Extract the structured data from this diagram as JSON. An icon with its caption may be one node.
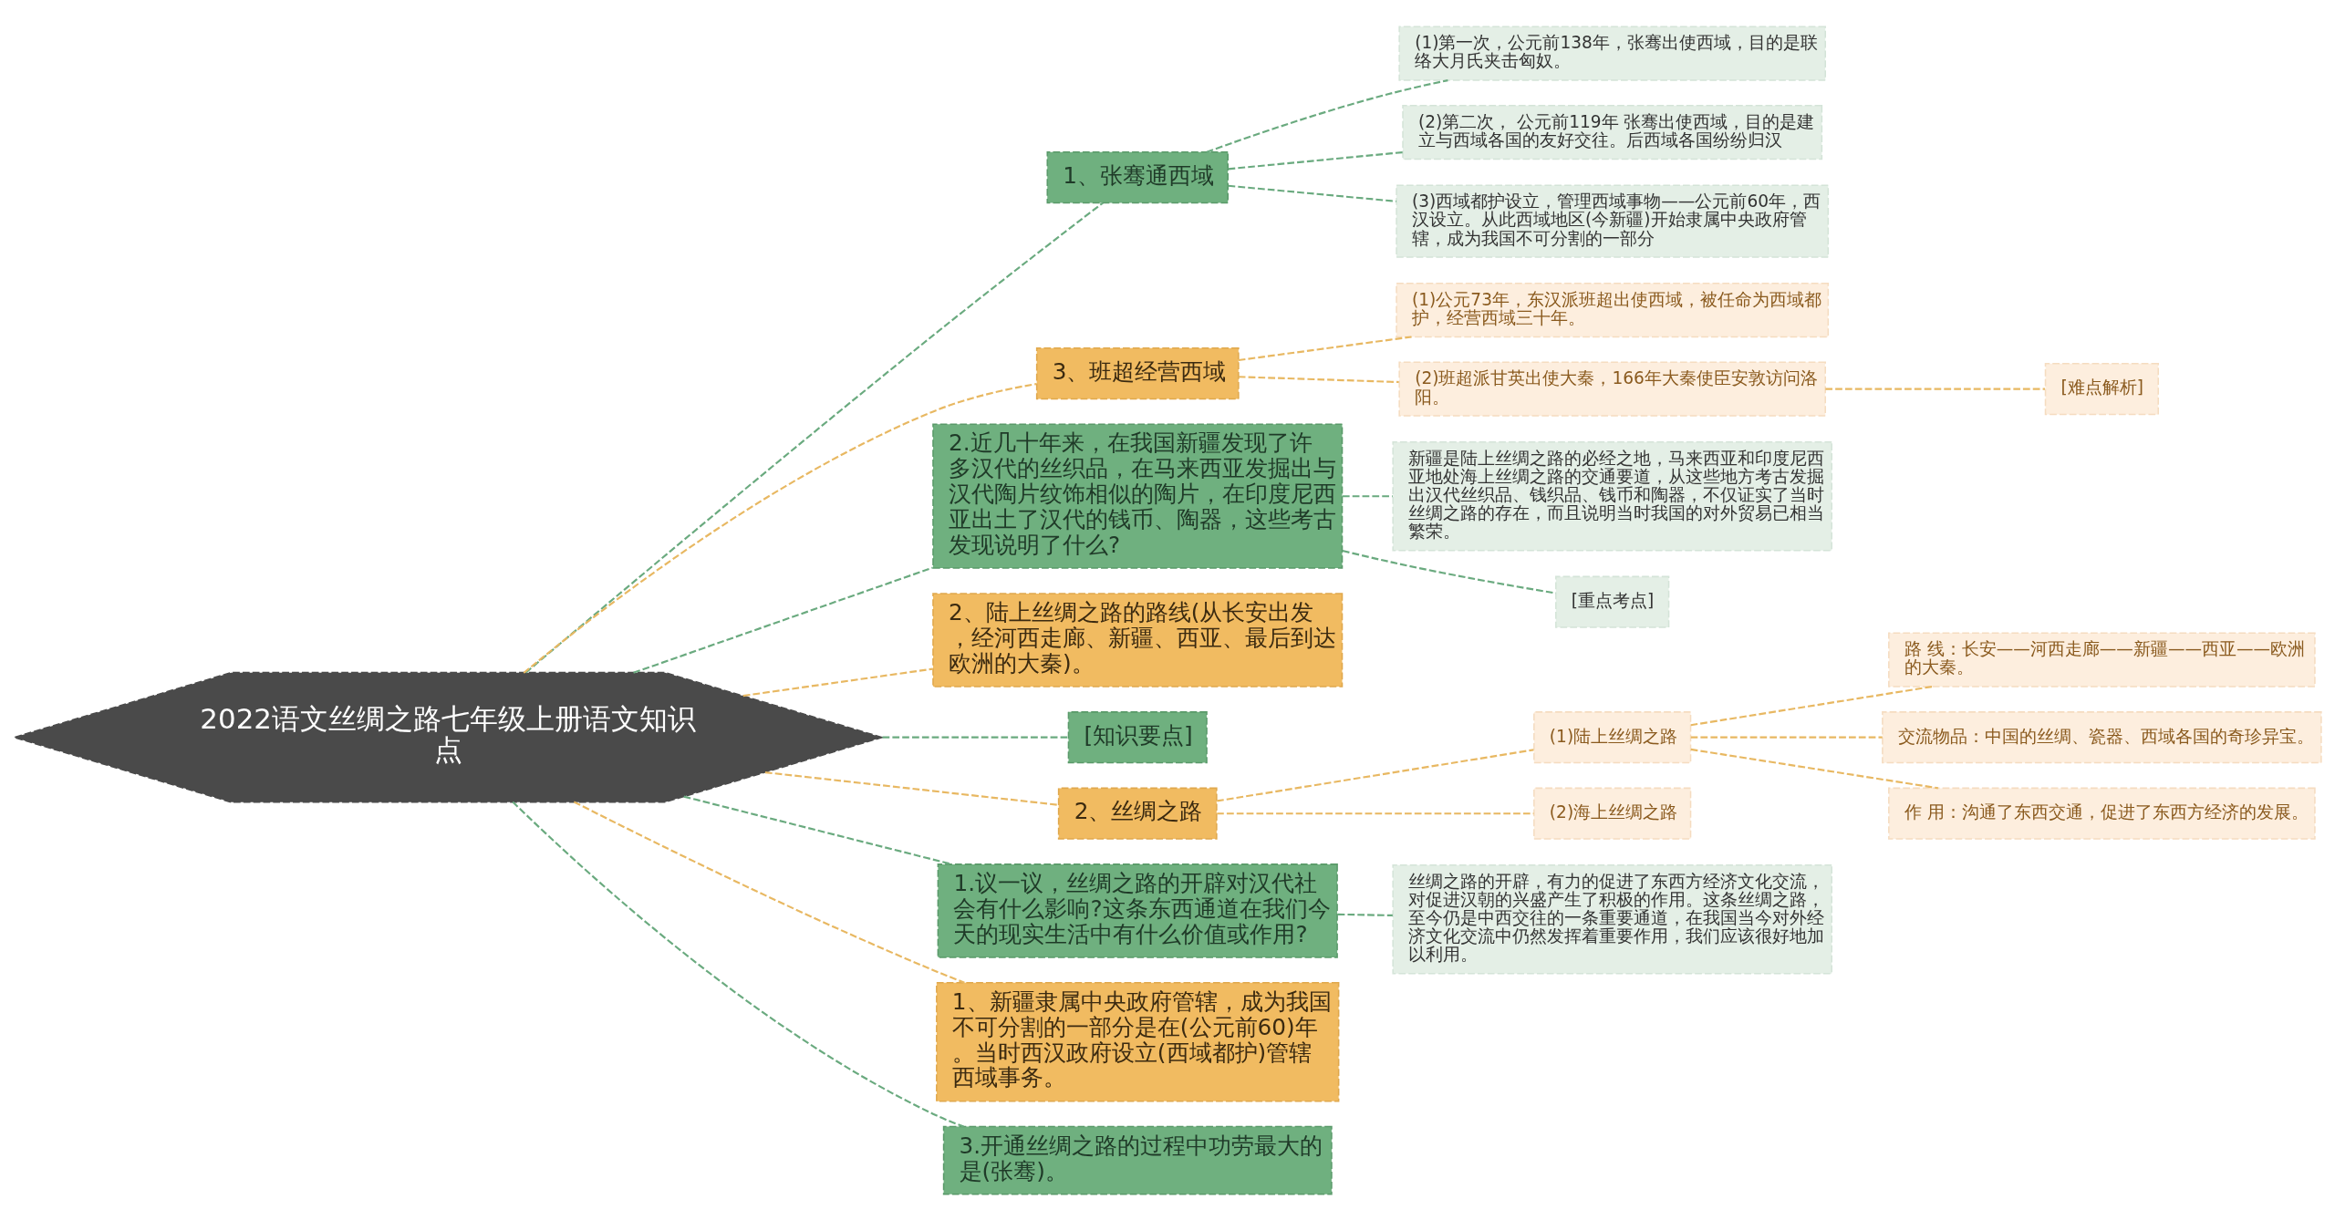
{
  "diagram": {
    "nodes": [
      {
        "text": [
          "2022语文丝绸之路七年级上册语文知识点"
        ]
      },
      {
        "text": [
          "1、张骞通西域"
        ]
      },
      {
        "text": [
          "(1)第一次，公元前138年，张骞出使西域，目的是联络大月氏夹击匈奴。"
        ]
      },
      {
        "text": [
          "(2)第二次， 公元前119年 张骞出使西域，目的是建立与西域各国的友好交往。后西域各国纷纷归汉"
        ]
      },
      {
        "text": [
          "(3)西域都护设立，管理西域事物——公元前60年，西汉设立。从此西域地区(今新疆)开始隶属中央政府管辖，成为我国不可分割的一部分"
        ]
      },
      {
        "text": [
          "3、班超经营西域"
        ]
      },
      {
        "text": [
          "(1)公元73年，东汉派班超出使西域，被任命为西域都护，经营西域三十年。"
        ]
      },
      {
        "text": [
          "(2)班超派甘英出使大秦，166年大秦使臣安敦访问洛阳。"
        ]
      },
      {
        "text": [
          "[难点解析]"
        ]
      },
      {
        "text": [
          "2.近几十年来，在我国新疆发现了许多汉代的丝织品，在马来西亚发掘出与汉代陶片纹饰相似的陶片，在印度尼西亚出土了汉代的钱币、陶器，这些考古发现说明了什么?"
        ]
      },
      {
        "text": [
          "新疆是陆上丝绸之路的必经之地，马来西亚和印度尼西亚地处海上丝绸之路的交通要道，从这些地方考古发掘出汉代丝织品、钱织品、钱币和陶器，不仅证实了当时丝绸之路的存在，而且说明当时我国的对外贸易已相当繁荣。"
        ]
      },
      {
        "text": [
          "[重点考点]"
        ]
      },
      {
        "text": [
          "2、陆上丝绸之路的路线(从长安出发，经河西走廊、新疆、西亚、最后到达欧洲的大秦)。"
        ]
      },
      {
        "text": [
          "[知识要点]"
        ]
      },
      {
        "text": [
          "2、丝绸之路"
        ]
      },
      {
        "text": [
          "(1)陆上丝绸之路"
        ]
      },
      {
        "text": [
          "路 线：长安——河西走廊——新疆——西亚——欧洲的大秦。"
        ]
      },
      {
        "text": [
          "交流物品：中国的丝绸、瓷器、西域各国的奇珍异宝。"
        ]
      },
      {
        "text": [
          "作 用：沟通了东西交通，促进了东西方经济的发展。"
        ]
      },
      {
        "text": [
          "(2)海上丝绸之路"
        ]
      },
      {
        "text": [
          "1.议一议，丝绸之路的开辟对汉代社会有什么影响?这条东西通道在我们今天的现实生活中有什么价值或作用?"
        ]
      },
      {
        "text": [
          "丝绸之路的开辟，有力的促进了东西方经济文化交流，对促进汉朝的兴盛产生了积极的作用。这条丝绸之路，至今仍是中西交往的一条重要通道，在我国当今对外经济文化交流中仍然发挥着重要作用，我们应该很好地加以利用。"
        ]
      },
      {
        "text": [
          "1、新疆隶属中央政府管辖，成为我国不可分割的一部分是在(公元前60)年。当时西汉政府设立(西域都护)管辖西域事务。"
        ]
      },
      {
        "text": [
          "3.开通丝绸之路的过程中功劳最大的是(张骞)。"
        ]
      }
    ],
    "edges": [
      {
        "from": 0,
        "to": 1,
        "arrow": "none",
        "style": "dashed",
        "color": "#6aaa7f"
      },
      {
        "from": 1,
        "to": 2,
        "arrow": "none",
        "style": "dashed",
        "color": "#6aaa7f"
      },
      {
        "from": 1,
        "to": 3,
        "arrow": "none",
        "style": "dashed",
        "color": "#6aaa7f"
      },
      {
        "from": 1,
        "to": 4,
        "arrow": "none",
        "style": "dashed",
        "color": "#6aaa7f"
      },
      {
        "from": 0,
        "to": 5,
        "arrow": "none",
        "style": "dashed",
        "color": "#e8b862"
      },
      {
        "from": 5,
        "to": 6,
        "arrow": "none",
        "style": "dashed",
        "color": "#e8b862"
      },
      {
        "from": 5,
        "to": 7,
        "arrow": "none",
        "style": "dashed",
        "color": "#e8b862"
      },
      {
        "from": 7,
        "to": 8,
        "arrow": "none",
        "style": "dashed",
        "color": "#e8b862"
      },
      {
        "from": 0,
        "to": 9,
        "arrow": "none",
        "style": "dashed",
        "color": "#6aaa7f"
      },
      {
        "from": 9,
        "to": 10,
        "arrow": "none",
        "style": "dashed",
        "color": "#6aaa7f"
      },
      {
        "from": 9,
        "to": 11,
        "arrow": "none",
        "style": "dashed",
        "color": "#6aaa7f"
      },
      {
        "from": 0,
        "to": 12,
        "arrow": "none",
        "style": "dashed",
        "color": "#e8b862"
      },
      {
        "from": 0,
        "to": 13,
        "arrow": "none",
        "style": "dashed",
        "color": "#6aaa7f"
      },
      {
        "from": 0,
        "to": 14,
        "arrow": "none",
        "style": "dashed",
        "color": "#e8b862"
      },
      {
        "from": 14,
        "to": 15,
        "arrow": "none",
        "style": "dashed",
        "color": "#e8b862"
      },
      {
        "from": 15,
        "to": 16,
        "arrow": "none",
        "style": "dashed",
        "color": "#e8b862"
      },
      {
        "from": 15,
        "to": 17,
        "arrow": "none",
        "style": "dashed",
        "color": "#e8b862"
      },
      {
        "from": 15,
        "to": 18,
        "arrow": "none",
        "style": "dashed",
        "color": "#e8b862"
      },
      {
        "from": 14,
        "to": 19,
        "arrow": "none",
        "style": "dashed",
        "color": "#e8b862"
      },
      {
        "from": 0,
        "to": 20,
        "arrow": "none",
        "style": "dashed",
        "color": "#6aaa7f"
      },
      {
        "from": 20,
        "to": 21,
        "arrow": "none",
        "style": "dashed",
        "color": "#6aaa7f"
      },
      {
        "from": 0,
        "to": 22,
        "arrow": "none",
        "style": "dashed",
        "color": "#e8b862"
      },
      {
        "from": 0,
        "to": 23,
        "arrow": "none",
        "style": "dashed",
        "color": "#6aaa7f"
      }
    ]
  }
}
